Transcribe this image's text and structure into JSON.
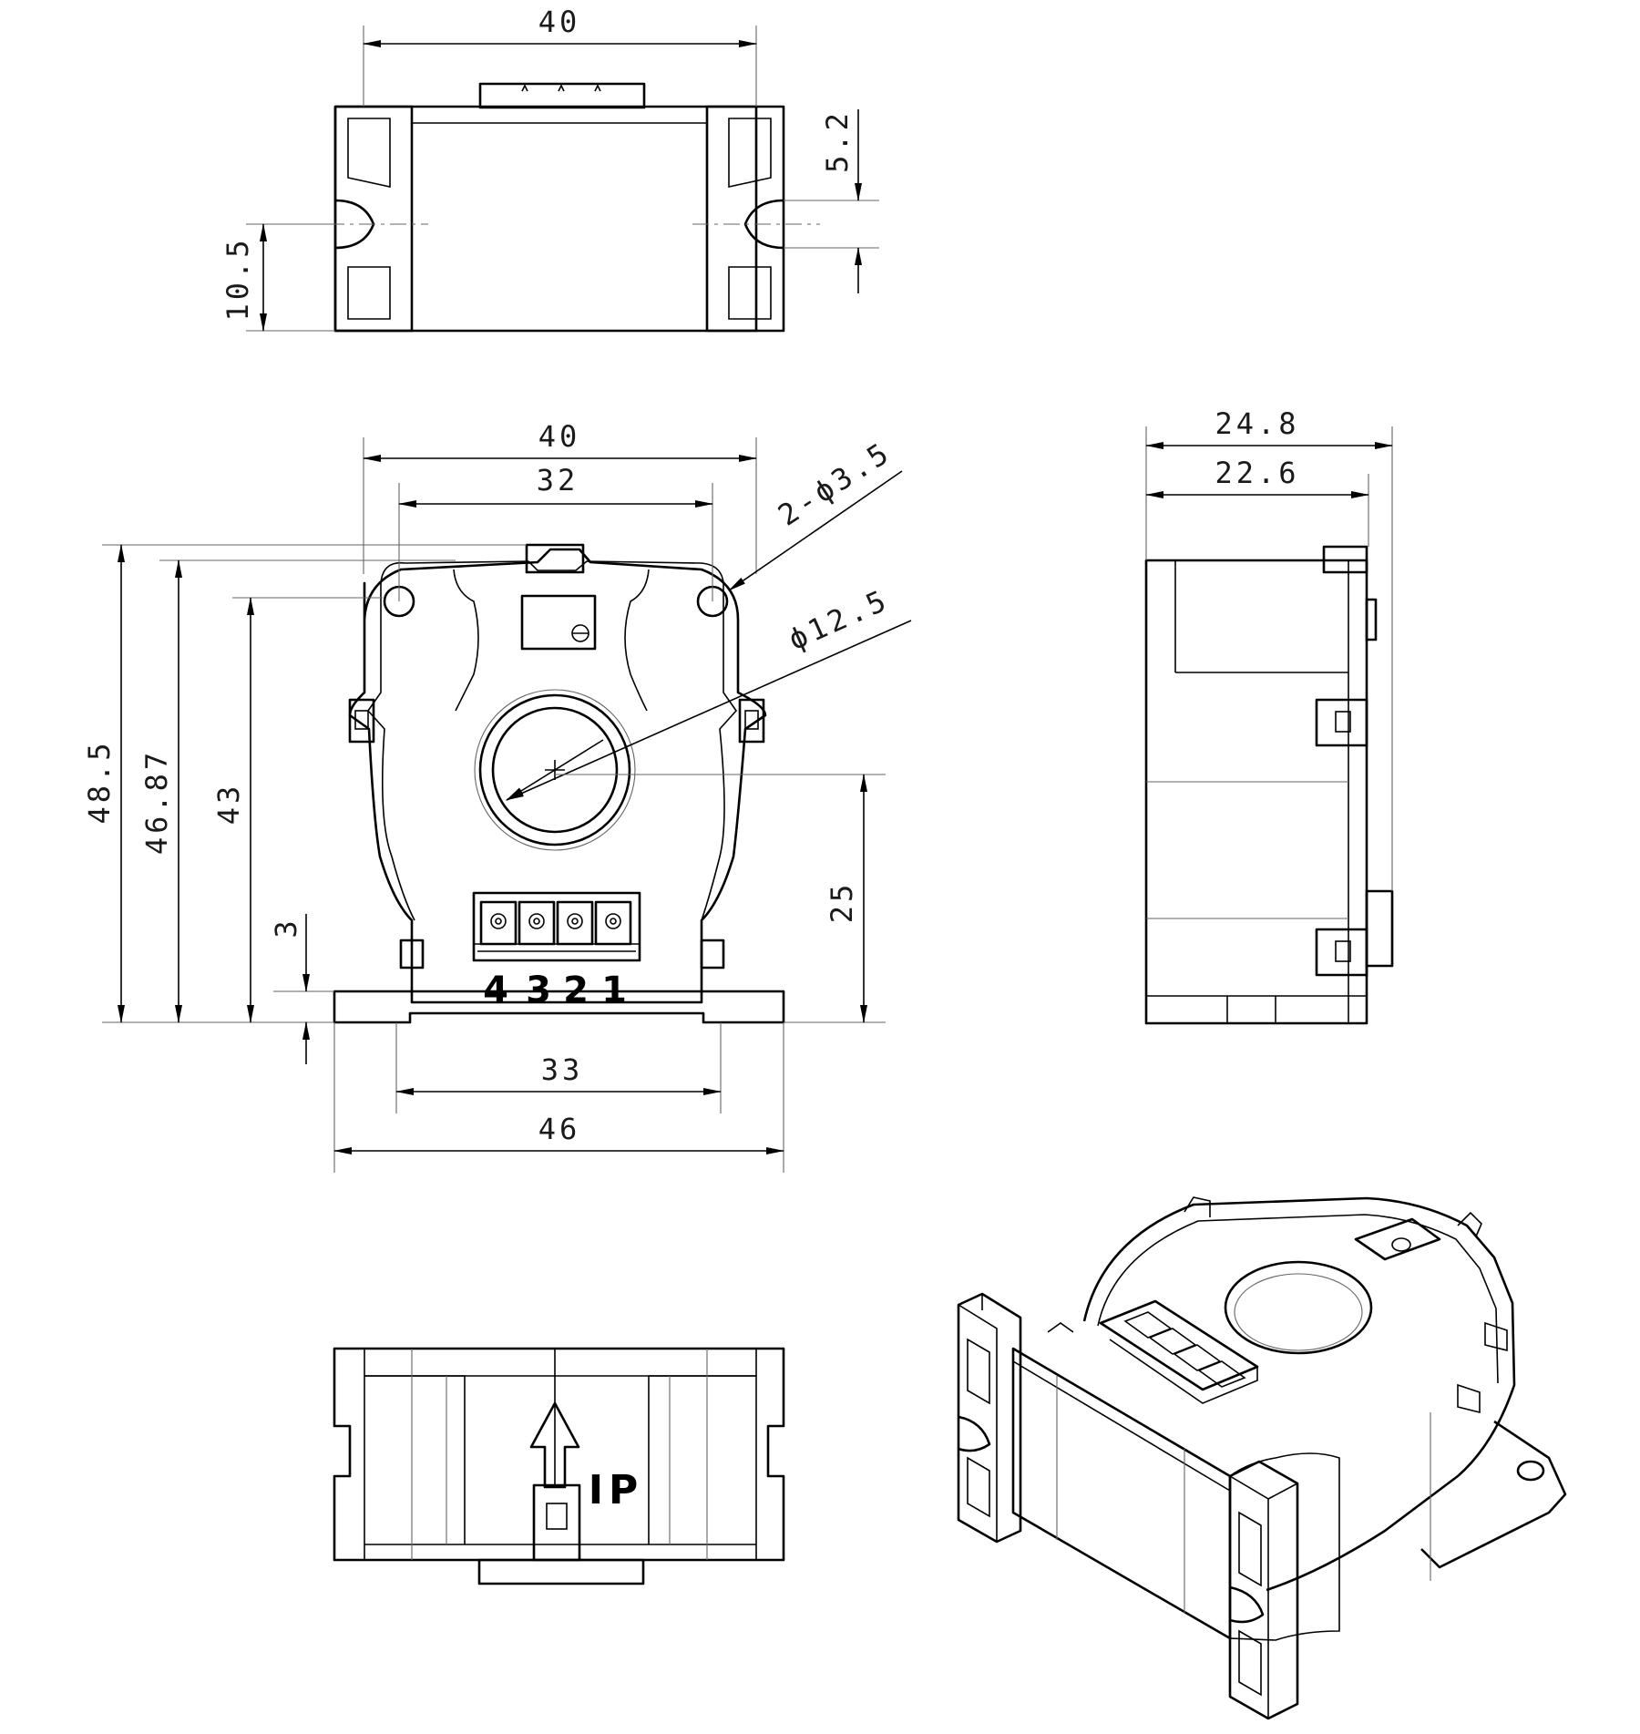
{
  "top_view": {
    "width_label": "40",
    "slot_offset_label": "5.2",
    "slot_height_label": "10.5"
  },
  "front_view": {
    "width_label": "40",
    "hole_pitch_label": "32",
    "hole_label": "2-ϕ3.5",
    "aperture_label": "ϕ12.5",
    "h_total_label": "48.5",
    "h_body_label": "46.87",
    "h_holes_label": "43",
    "base_thickness_label": "3",
    "aperture_height_label": "25",
    "base_inner_label": "33",
    "base_total_label": "46",
    "pin_labels": [
      "4",
      "3",
      "2",
      "1"
    ]
  },
  "side_view": {
    "depth_total_label": "24.8",
    "depth_body_label": "22.6"
  },
  "bottom_view": {
    "current_label": "IP"
  }
}
